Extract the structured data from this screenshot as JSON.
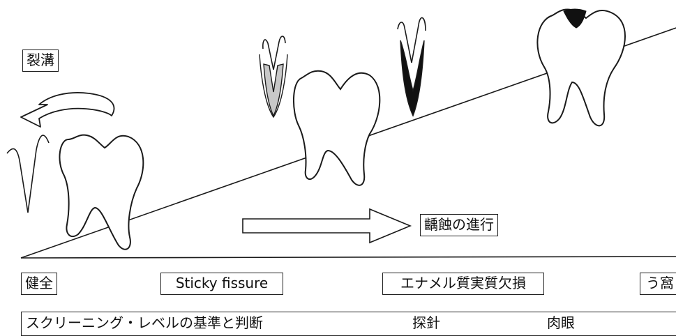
{
  "labels": {
    "fissure": "裂溝",
    "caries_progress": "齲蝕の進行"
  },
  "stages": [
    {
      "label": "健全"
    },
    {
      "label": "Sticky fissure"
    },
    {
      "label": "エナメル質実質欠損"
    },
    {
      "label": "う窩"
    }
  ],
  "screening": {
    "title": "スクリーニング・レベルの基準と判断",
    "probe": "探針",
    "naked_eye": "肉眼"
  },
  "colors": {
    "line": "#1a1a1a",
    "decay": "#111111",
    "stain_fill": "#c8c8c8"
  },
  "icons": [
    "curved-arrow-icon",
    "right-arrow-icon",
    "molar-tooth-icon",
    "fissure-icon"
  ]
}
